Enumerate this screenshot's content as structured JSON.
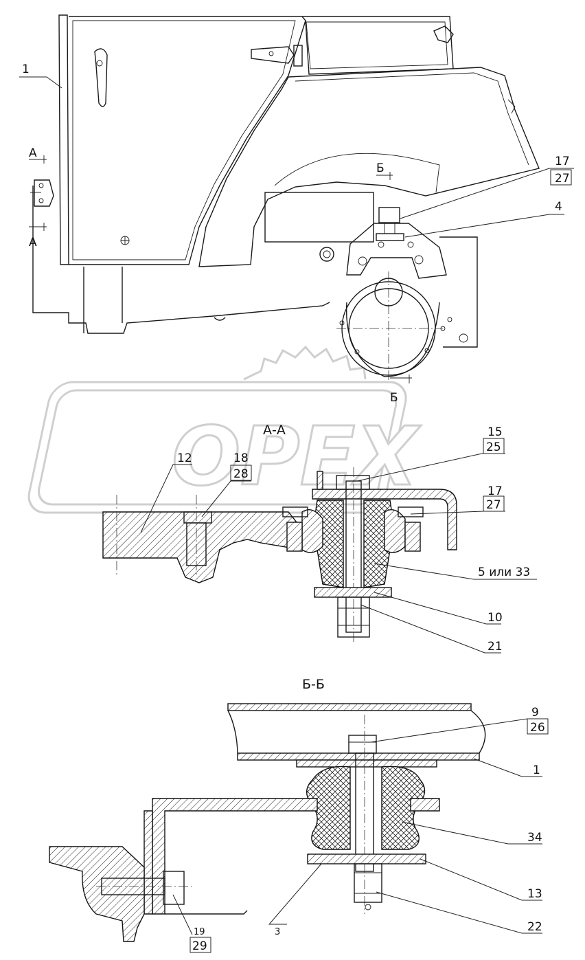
{
  "sections": {
    "aa_title": "А-А",
    "bb_title": "Б-Б",
    "cut_a_top": "А",
    "cut_a_bottom": "А",
    "cut_b_top": "Б",
    "cut_b_bottom": "Б"
  },
  "watermark": {
    "text": "OPEX",
    "color": "#cfcfcf"
  },
  "callouts": {
    "c1_top": "1",
    "c17_top": "17",
    "c27_top": "27",
    "c4": "4",
    "c15": "15",
    "c25": "25",
    "c12": "12",
    "c18": "18",
    "c28": "28",
    "c17_aa": "17",
    "c27_aa": "27",
    "c5or33": "5 или 33",
    "c10": "10",
    "c21": "21",
    "c9": "9",
    "c26": "26",
    "c1_bb": "1",
    "c34": "34",
    "c13": "13",
    "c22": "22",
    "c19": "19",
    "c29": "29",
    "c3": "3"
  }
}
